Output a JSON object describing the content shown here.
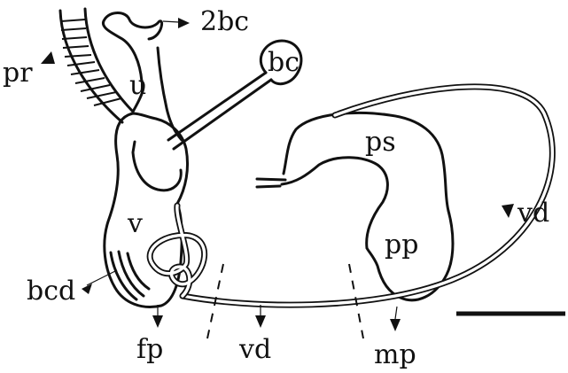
{
  "labels": {
    "pr": "pr",
    "u": "u",
    "two_bc": "2bc",
    "bc": "bc",
    "ps": "ps",
    "v": "v",
    "pp": "pp",
    "vd_right": "vd",
    "bcd": "bcd",
    "fp": "fp",
    "vd_bottom": "vd",
    "mp": "mp"
  }
}
